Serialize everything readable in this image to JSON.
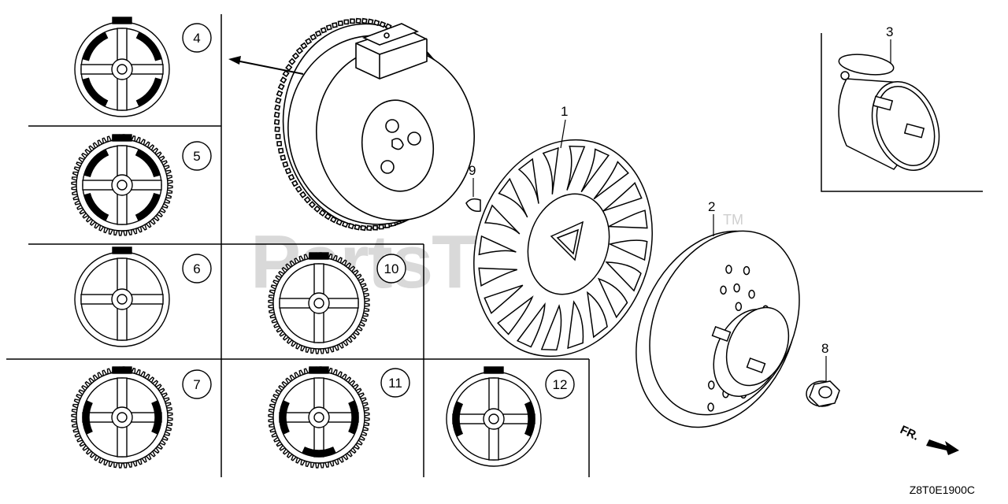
{
  "watermark": {
    "text": "PartsTree",
    "tm": "TM"
  },
  "diagram_code": "Z8T0E1900C",
  "direction_label": "FR.",
  "callouts": {
    "c1": "1",
    "c2": "2",
    "c3": "3",
    "c8": "8",
    "c9": "9"
  },
  "variants": {
    "v4": "4",
    "v5": "5",
    "v6": "6",
    "v7": "7",
    "v10": "10",
    "v11": "11",
    "v12": "12"
  }
}
